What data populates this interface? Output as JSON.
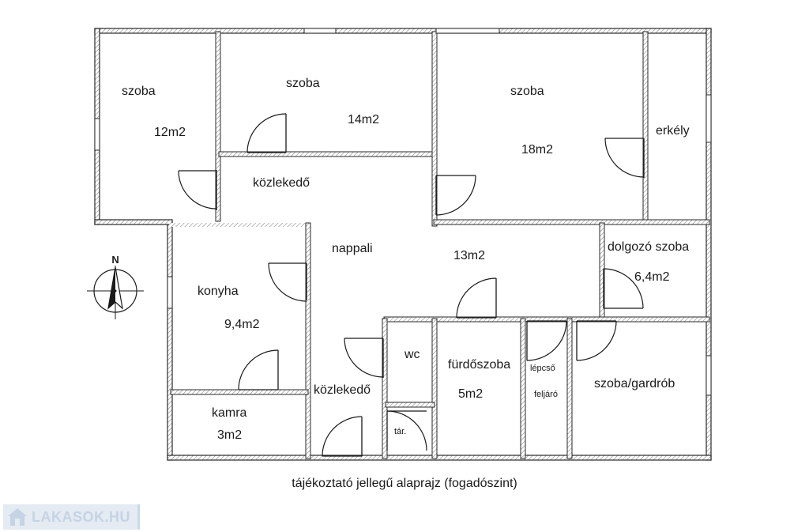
{
  "plan": {
    "rooms": [
      {
        "name": "szoba",
        "area": "12m2"
      },
      {
        "name": "szoba",
        "area": "14m2"
      },
      {
        "name": "szoba",
        "area": "18m2"
      },
      {
        "name": "erkély"
      },
      {
        "name": "közlekedő"
      },
      {
        "name": "nappali",
        "area": "13m2"
      },
      {
        "name": "dolgozó szoba",
        "area": "6,4m2"
      },
      {
        "name": "konyha",
        "area": "9,4m2"
      },
      {
        "name": "kamra",
        "area": "3m2"
      },
      {
        "name": "közlekedő"
      },
      {
        "name": "wc"
      },
      {
        "name": "tár."
      },
      {
        "name": "fürdőszoba",
        "area": "5m2"
      },
      {
        "name": "lépcső",
        "name2": "feljáró"
      },
      {
        "name": "szoba/gardrób"
      }
    ],
    "compass": {
      "north_label": "N"
    },
    "caption": "tájékoztató jellegű alaprajz (fogadószint)"
  },
  "logo": {
    "text": "LAKASOK.HU"
  }
}
